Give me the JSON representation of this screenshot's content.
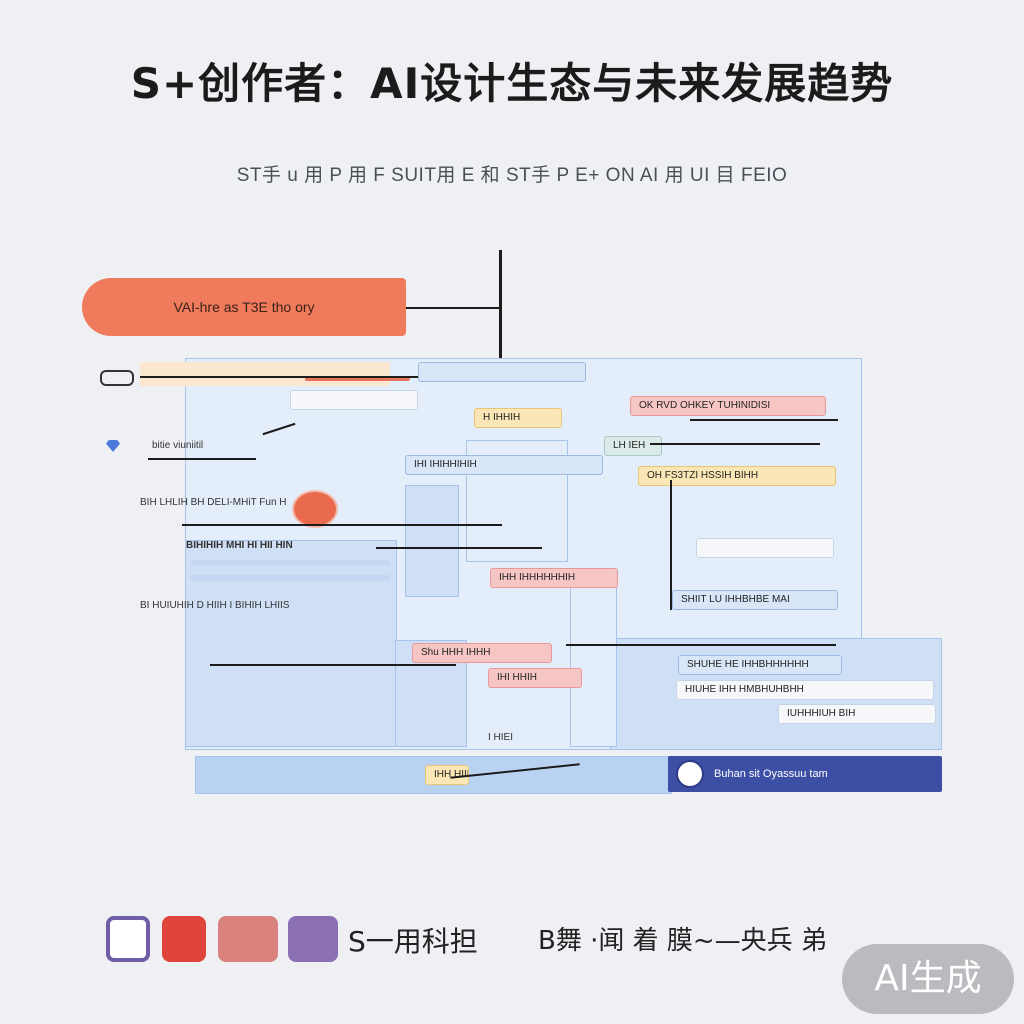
{
  "header": {
    "title": "S+创作者：AI设计生态与未来发展趋势",
    "subtitle": "ST手 u 用 P 用 F SUIT用 E 和 ST手 P E+ ON AI 用 UI 目 FEIO"
  },
  "callouts": {
    "orange": "VAI-hre as T3E tho ory",
    "left_small_1": "bitie viuniitil",
    "left_small_2": "BIH LHLIH BH DELI-MHiT Fun H",
    "left_small_3": "BIHIHIH MHI HI HII HIN",
    "left_small_4": "BI HUIUHIH D HIIH I BIHIH LHIIS"
  },
  "panel": {
    "top_right_tag": "OK RVD OHKEY TUHINIDISI",
    "tag_2": "LH IEH",
    "tag_3": "OH FS3TZI HSSIH BIHH",
    "tag_4": "SHIIT LU IHHBHBE MAI",
    "tag_5": "SHUHE HE IHHBHHHHHH",
    "tag_6": "HIUHE IHH HMBHUHBHH",
    "tag_7": "IUHHHIUH BIH",
    "center_chip_1": "H IHHIH",
    "center_chip_2": "IHI IHIHHIHIH",
    "center_chip_3": "IHH IHHHHHHIH",
    "pink_chip_1": "Shu HHH IHHH",
    "pink_chip_2": "IHI HHIH",
    "small_1": "I HIEI",
    "small_2": "IHH HIIH",
    "status": "Buhan sit Oyassuu tam"
  },
  "footer": {
    "left_text": "S一用科担",
    "right_text": "B舞 ·闻 着 膜~—央兵 弟"
  },
  "watermark": {
    "label": "AI生成"
  },
  "colors": {
    "accent_orange": "#ef7b5c",
    "panel_blue": "#cfe0f6",
    "status_navy": "#3d4fa5"
  }
}
